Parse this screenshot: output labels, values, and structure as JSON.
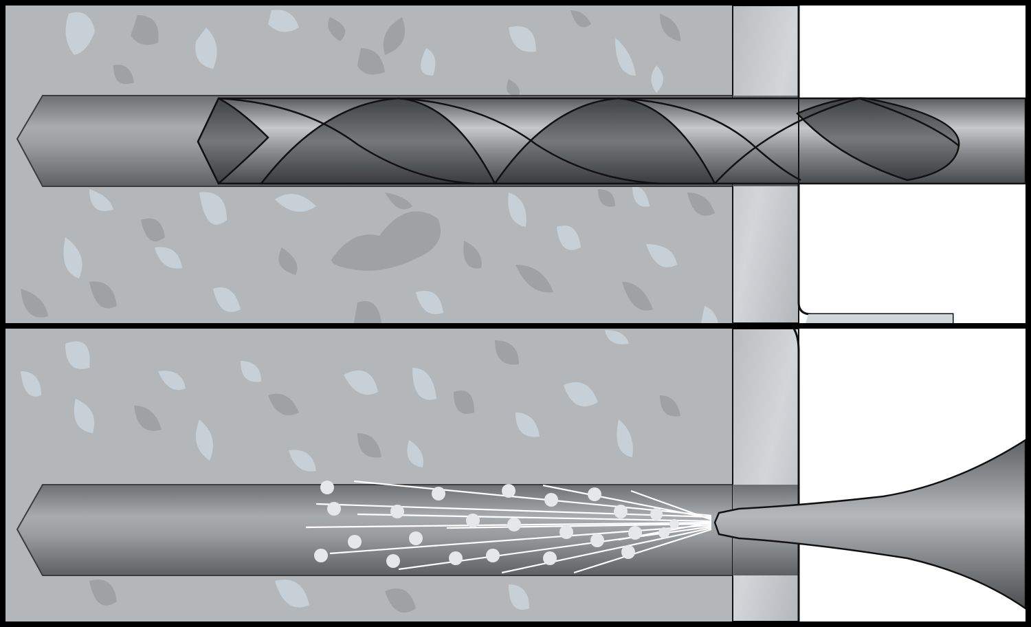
{
  "figure": {
    "panels": [
      {
        "id": "drilling",
        "step": 1
      },
      {
        "id": "blow-out",
        "step": 2
      }
    ]
  },
  "colors": {
    "frame": "#000000",
    "concrete": "#b4b7b9",
    "aggregate_dark": "#9da1a4",
    "aggregate_light": "#c9d3d9",
    "plaster_layer": "#c4c8cb",
    "cavity": "#ffffff",
    "bore_hole": "#7f8386",
    "drill_steel": "#6f7275",
    "drill_highlight": "#c2c4c6",
    "nozzle": "#7a7d80",
    "dust": "#e6e7e8"
  },
  "icons": [
    "drill-bit-icon",
    "air-blower-nozzle-icon",
    "dust-particles-icon"
  ]
}
